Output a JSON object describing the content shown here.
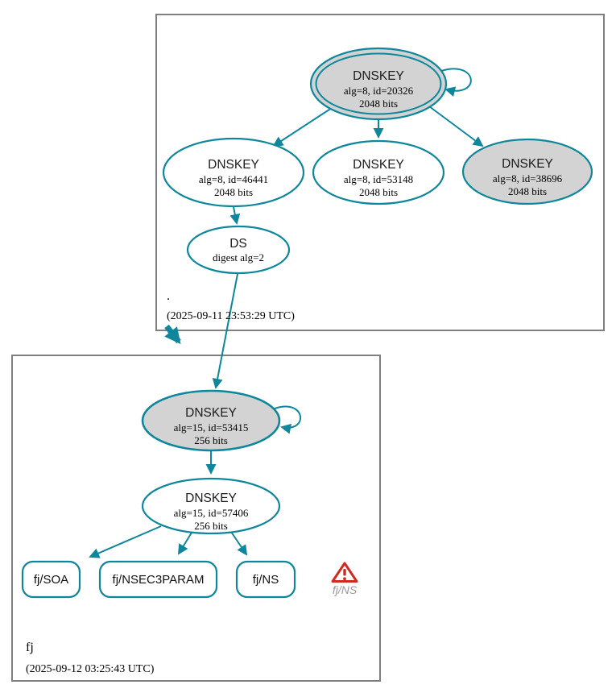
{
  "colors": {
    "teal": "#0e869c",
    "node_fill_gray": "#d3d3d3",
    "node_fill_white": "#ffffff",
    "cluster_border": "#7f7f7f",
    "warning_red": "#d02b20",
    "warning_label_gray": "#999999"
  },
  "clusters": {
    "root": {
      "zone_label": ".",
      "timestamp": "(2025-09-11 23:53:29 UTC)"
    },
    "fj": {
      "zone_label": "fj",
      "timestamp": "(2025-09-12 03:25:43 UTC)"
    }
  },
  "nodes": {
    "root_ksk": {
      "title": "DNSKEY",
      "detail": "alg=8, id=20326",
      "size": "2048 bits"
    },
    "root_zsk_46441": {
      "title": "DNSKEY",
      "detail": "alg=8, id=46441",
      "size": "2048 bits"
    },
    "root_key_53148": {
      "title": "DNSKEY",
      "detail": "alg=8, id=53148",
      "size": "2048 bits"
    },
    "root_key_38696": {
      "title": "DNSKEY",
      "detail": "alg=8, id=38696",
      "size": "2048 bits"
    },
    "root_ds": {
      "title": "DS",
      "detail": "digest alg=2"
    },
    "fj_ksk": {
      "title": "DNSKEY",
      "detail": "alg=15, id=53415",
      "size": "256 bits"
    },
    "fj_zsk": {
      "title": "DNSKEY",
      "detail": "alg=15, id=57406",
      "size": "256 bits"
    },
    "fj_soa": {
      "label": "fj/SOA"
    },
    "fj_nsec3param": {
      "label": "fj/NSEC3PARAM"
    },
    "fj_ns": {
      "label": "fj/NS"
    }
  },
  "warning": {
    "label": "fj/NS"
  }
}
